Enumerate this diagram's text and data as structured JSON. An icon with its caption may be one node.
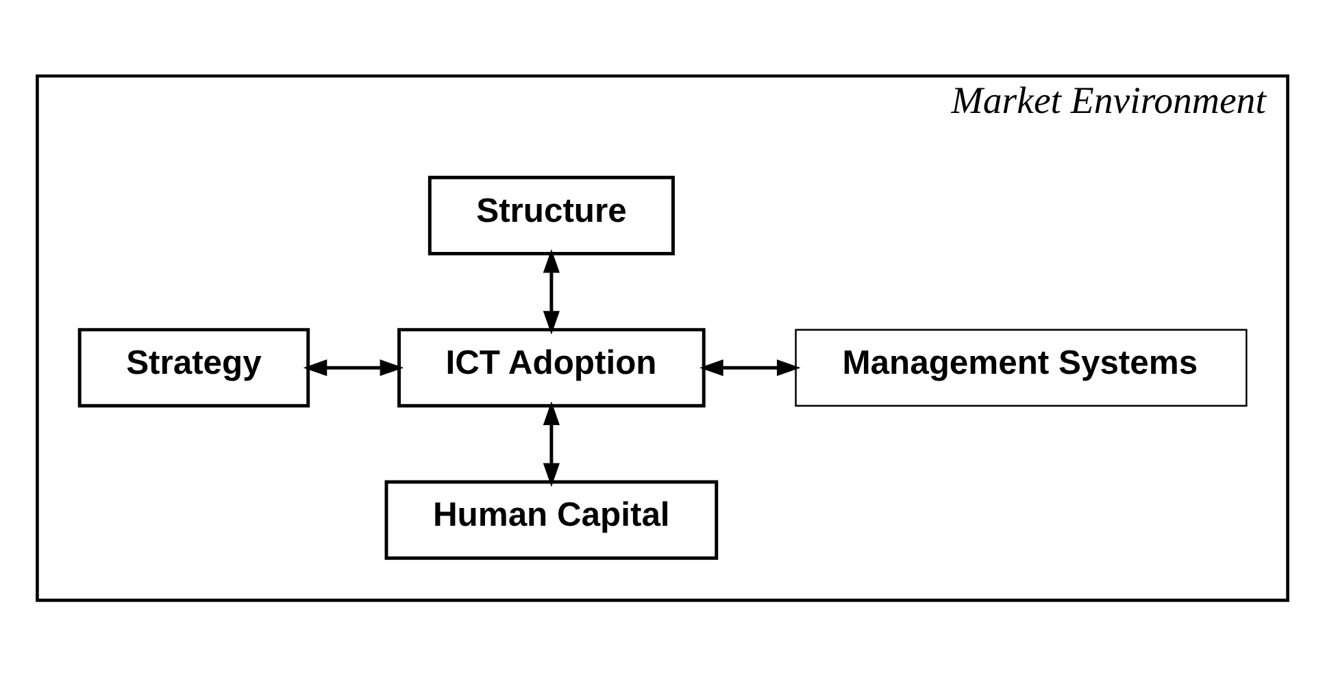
{
  "diagram": {
    "nodes": [
      {
        "text": [
          "Market Environment"
        ]
      },
      {
        "text": [
          "Structure"
        ],
        "in": 0
      },
      {
        "text": [
          "Strategy"
        ],
        "in": 0
      },
      {
        "text": [
          "ICT Adoption"
        ],
        "in": 0
      },
      {
        "text": [
          "Management Systems"
        ],
        "in": 0
      },
      {
        "text": [
          "Human Capital"
        ],
        "in": 0
      }
    ],
    "edges": [
      {
        "from": 1,
        "to": 3,
        "arrow": "both"
      },
      {
        "from": 2,
        "to": 3,
        "arrow": "both"
      },
      {
        "from": 3,
        "to": 4,
        "arrow": "both"
      },
      {
        "from": 3,
        "to": 5,
        "arrow": "both"
      }
    ]
  }
}
